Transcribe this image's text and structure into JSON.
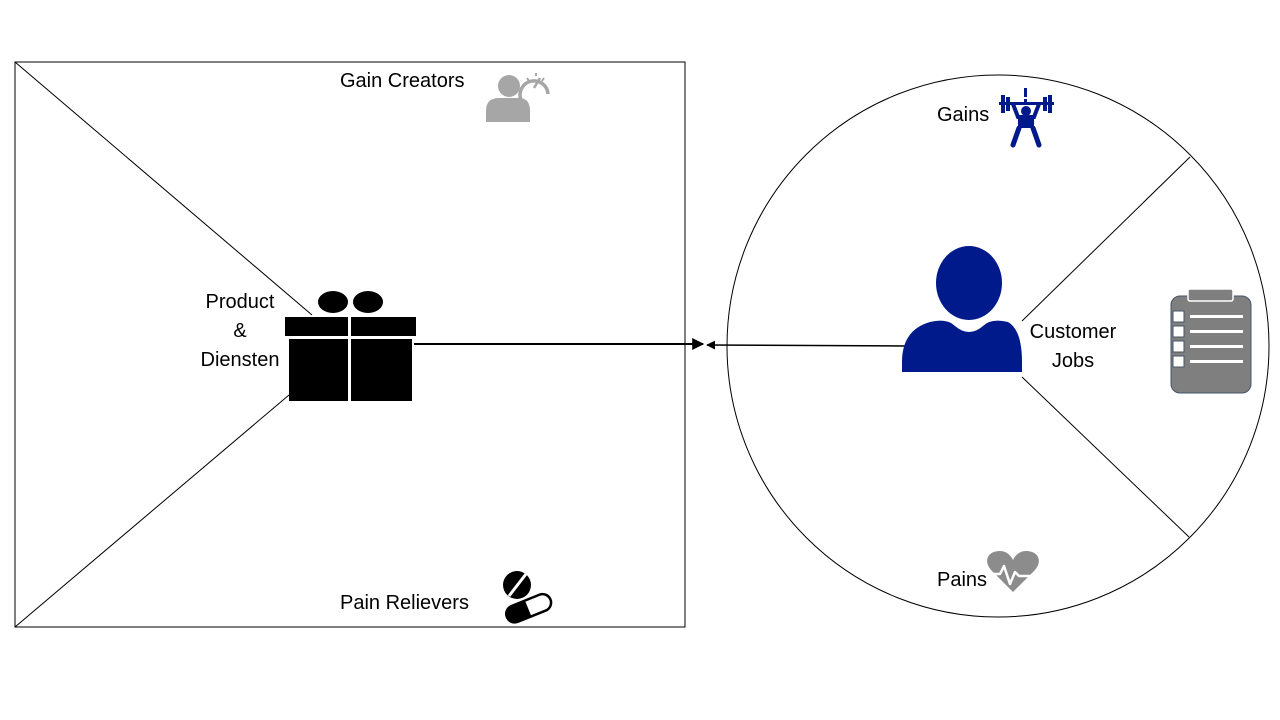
{
  "colors": {
    "line": "#000000",
    "customer_blue": "#001a8c",
    "icon_gray": "#a6a6a6",
    "pain_gray": "#8c8c8c",
    "clipboard_gray": "#7f7f7f",
    "clipboard_border": "#44546a"
  },
  "value_map": {
    "gain_creators": {
      "label": "Gain Creators",
      "icon": "gain-creator-person-gauge-icon"
    },
    "products": {
      "line1": "Product",
      "line2": "&",
      "line3": "Diensten",
      "icon": "gift-box-icon"
    },
    "pain_relievers": {
      "label": "Pain Relievers",
      "icon": "pills-icon"
    }
  },
  "customer_profile": {
    "gains": {
      "label": "Gains",
      "icon": "weightlifter-icon"
    },
    "jobs": {
      "line1": "Customer",
      "line2": "Jobs",
      "icon": "clipboard-checklist-icon",
      "customer_icon": "person-icon"
    },
    "pains": {
      "label": "Pains",
      "icon": "heart-pulse-icon"
    }
  },
  "connector": {
    "type": "bidirectional-arrow"
  }
}
